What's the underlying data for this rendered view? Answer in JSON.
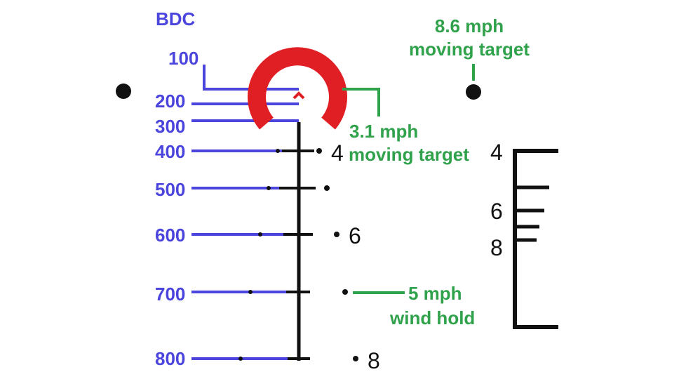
{
  "colors": {
    "blue": "#4b45dd",
    "green": "#31a24c",
    "red": "#e01f24",
    "black": "#111111",
    "background": "#ffffff"
  },
  "bdc": {
    "title": "BDC",
    "ranges": [
      "100",
      "200",
      "300",
      "400",
      "500",
      "600",
      "700",
      "800"
    ]
  },
  "annotations": {
    "moving_target_fast_line1": "8.6 mph",
    "moving_target_fast_line2": "moving target",
    "moving_target_slow_line1": "3.1 mph",
    "moving_target_slow_line2": "moving target",
    "wind_line1": "5 mph",
    "wind_line2": "wind hold"
  },
  "reticle": {
    "hold_numbers": [
      "4",
      "6",
      "8"
    ]
  },
  "side_scale": {
    "numbers": [
      "4",
      "6",
      "8"
    ]
  }
}
